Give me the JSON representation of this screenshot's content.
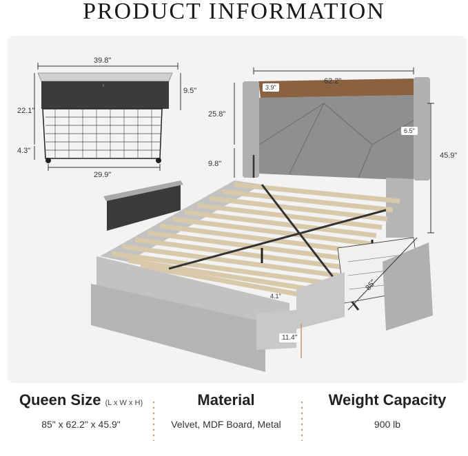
{
  "title": "PRODUCT INFORMATION",
  "drawer_dims": {
    "width": "39.8\"",
    "height_total": "22.1\"",
    "height_front": "9.5\"",
    "leg": "4.3\"",
    "depth": "29.9\""
  },
  "bed_dims": {
    "width": "62.2\"",
    "shelf": "3.9\"",
    "headboard_upper": "25.8\"",
    "headboard_lower": "9.8\"",
    "side_depth": "6.5\"",
    "total_height": "45.9\"",
    "length": "85\"",
    "slat_gap": "4.1\"",
    "clearance": "11.4\""
  },
  "specs": {
    "size_title": "Queen Size",
    "size_sub": "(L x W x H)",
    "size_value": "85\" x 62.2\" x 45.9\"",
    "material_title": "Material",
    "material_value": "Velvet, MDF Board, Metal",
    "weight_title": "Weight Capacity",
    "weight_value": "900 lb"
  },
  "colors": {
    "upholstery": "#a9a9a9",
    "slats": "#e8dcc4",
    "shelf_wood": "#8a6240",
    "accent": "#c89a6a"
  }
}
